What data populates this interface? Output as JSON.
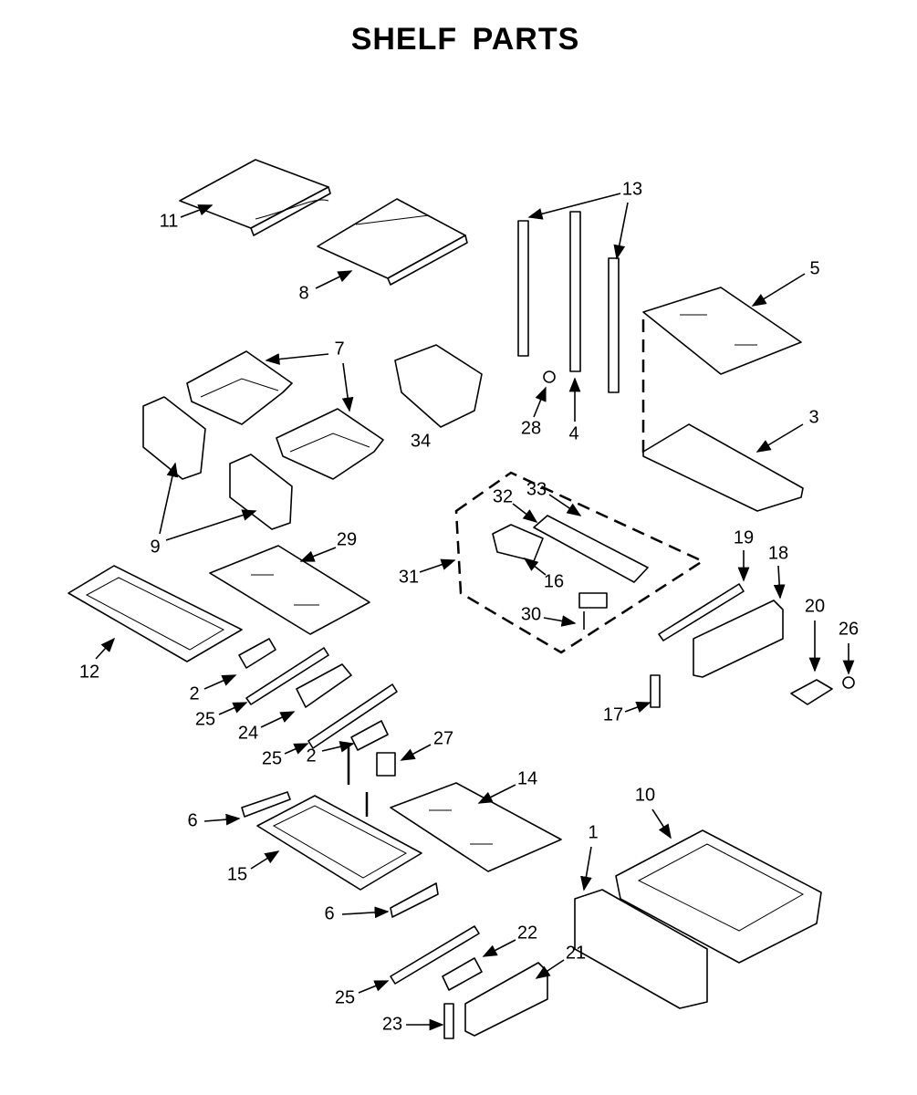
{
  "title": "SHELF PARTS",
  "callouts": [
    "11",
    "8",
    "13",
    "5",
    "7",
    "34",
    "28",
    "4",
    "3",
    "9",
    "29",
    "32",
    "33",
    "31",
    "16",
    "19",
    "18",
    "20",
    "26",
    "30",
    "12",
    "2",
    "25",
    "24",
    "17",
    "25",
    "2",
    "27",
    "14",
    "10",
    "1",
    "6",
    "15",
    "6",
    "22",
    "21",
    "25",
    "23"
  ]
}
